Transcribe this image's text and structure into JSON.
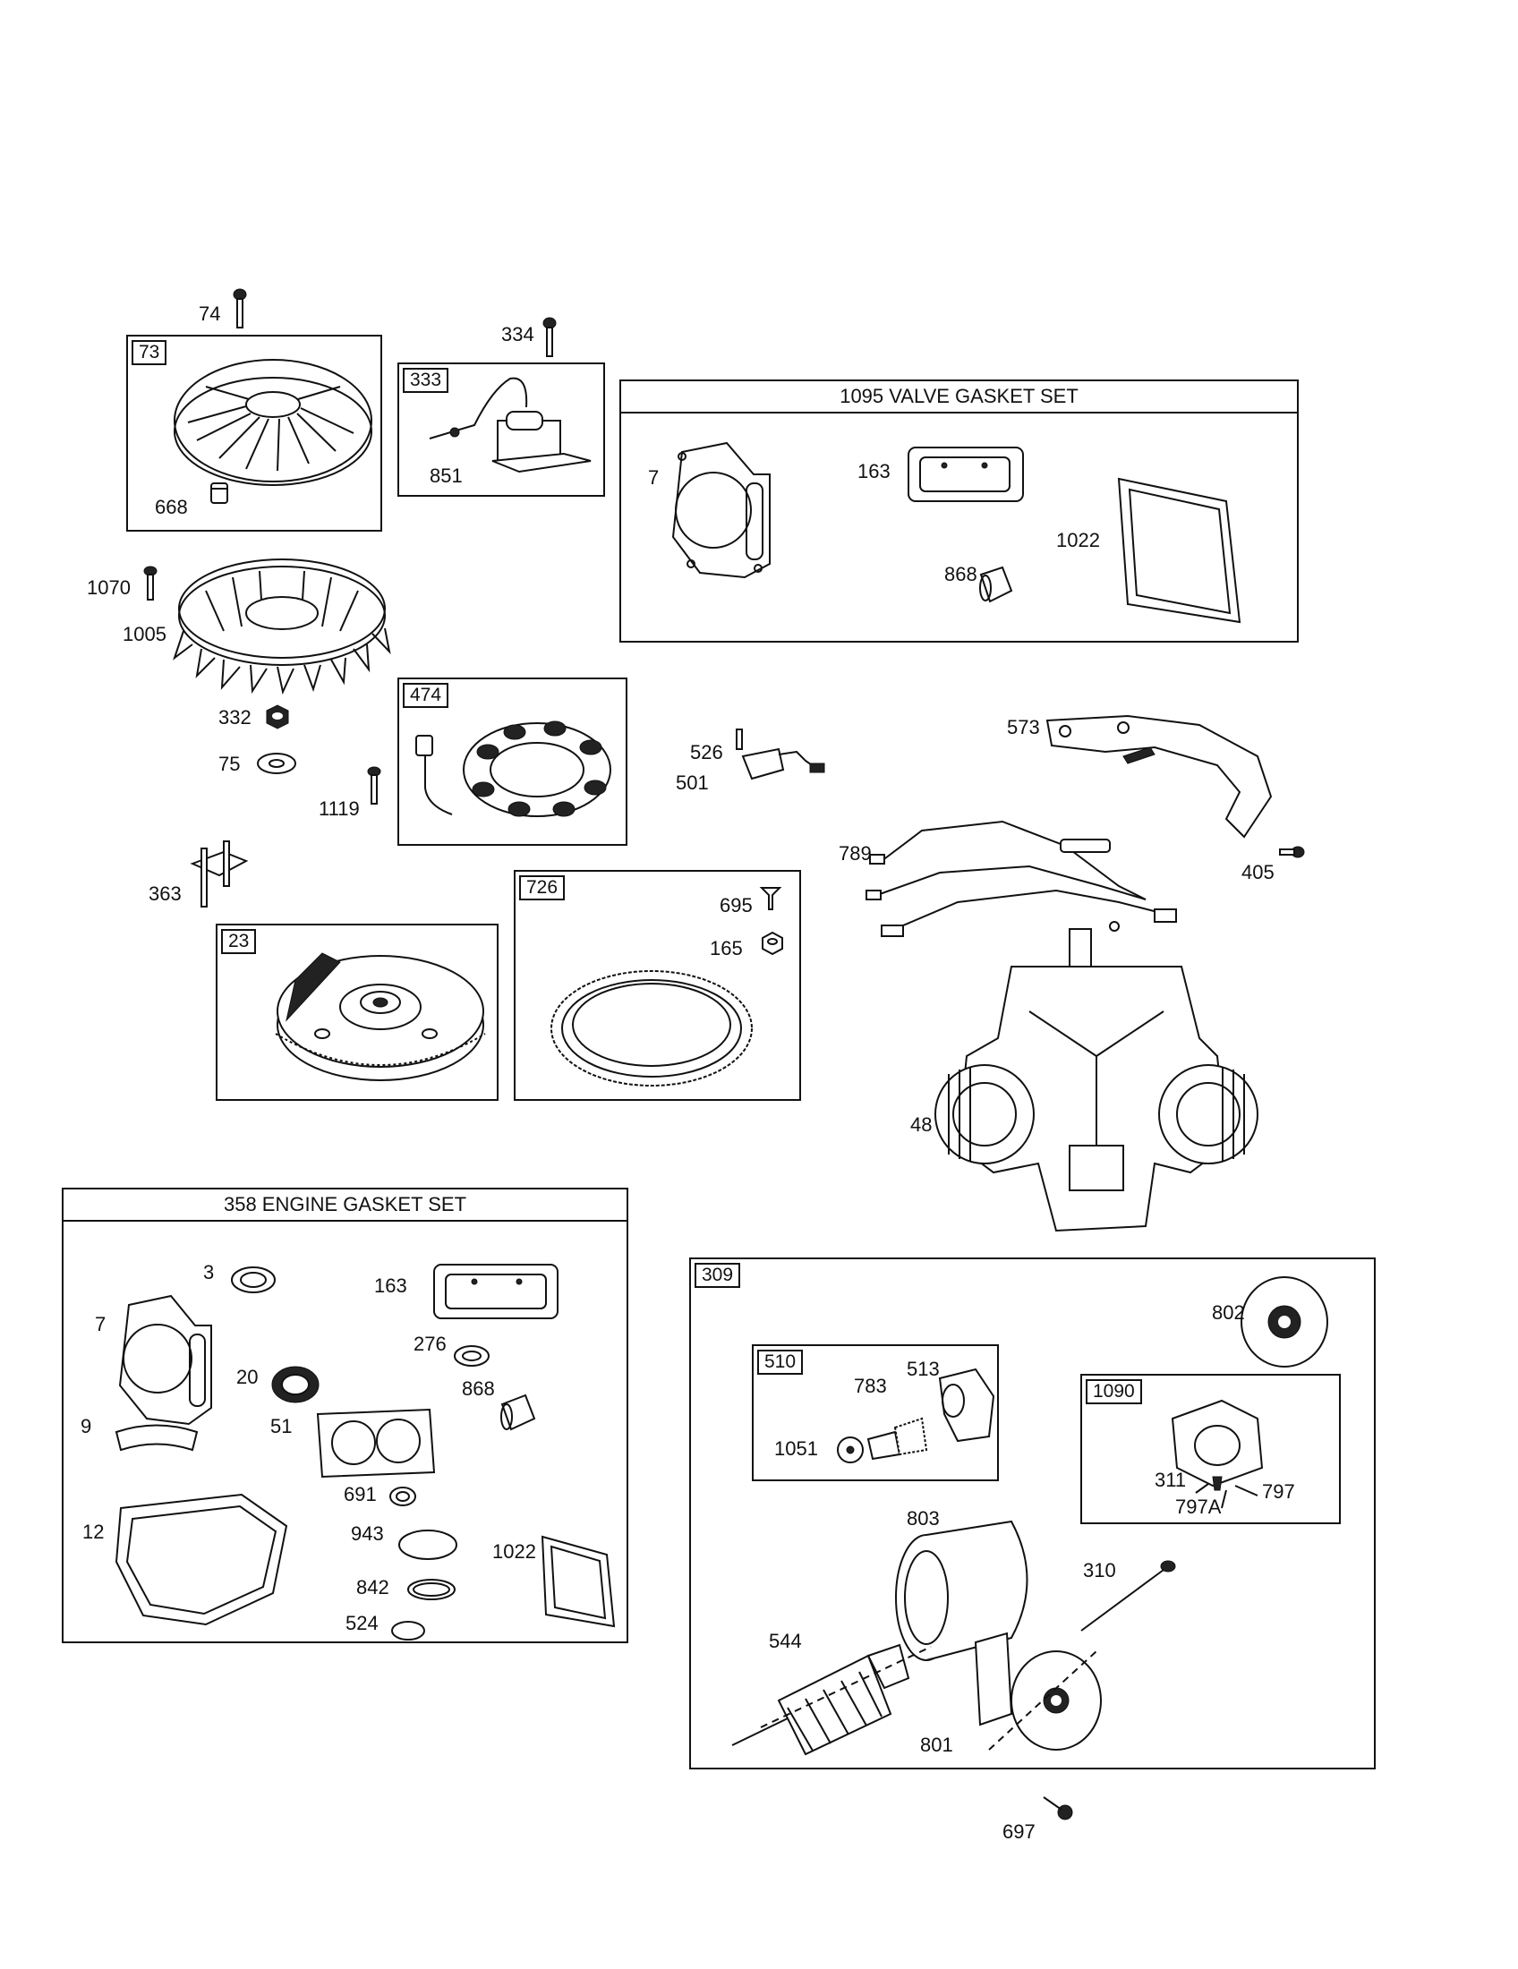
{
  "diagram": {
    "group_titles": {
      "valve_gasket_set": "1095 VALVE GASKET SET",
      "engine_gasket_set": "358 ENGINE GASKET SET"
    },
    "box_tags": {
      "b73": "73",
      "b333": "333",
      "b474": "474",
      "b23": "23",
      "b726": "726",
      "b309": "309",
      "b510": "510",
      "b1090": "1090"
    },
    "callouts": {
      "c74": "74",
      "c334": "334",
      "c668": "668",
      "c851": "851",
      "c7a": "7",
      "c163a": "163",
      "c1022a": "1022",
      "c868a": "868",
      "c1070": "1070",
      "c1005": "1005",
      "c332": "332",
      "c75": "75",
      "c1119": "1119",
      "c526": "526",
      "c501": "501",
      "c573": "573",
      "c789": "789",
      "c405": "405",
      "c363": "363",
      "c695": "695",
      "c165": "165",
      "c48": "48",
      "c3": "3",
      "c163b": "163",
      "c7b": "7",
      "c276": "276",
      "c20": "20",
      "c868b": "868",
      "c9": "9",
      "c51": "51",
      "c691": "691",
      "c12": "12",
      "c943": "943",
      "c1022b": "1022",
      "c842": "842",
      "c524": "524",
      "c802": "802",
      "c783": "783",
      "c513": "513",
      "c1051": "1051",
      "c311": "311",
      "c797": "797",
      "c797a": "797A",
      "c803": "803",
      "c310": "310",
      "c544": "544",
      "c801": "801",
      "c697": "697"
    }
  }
}
